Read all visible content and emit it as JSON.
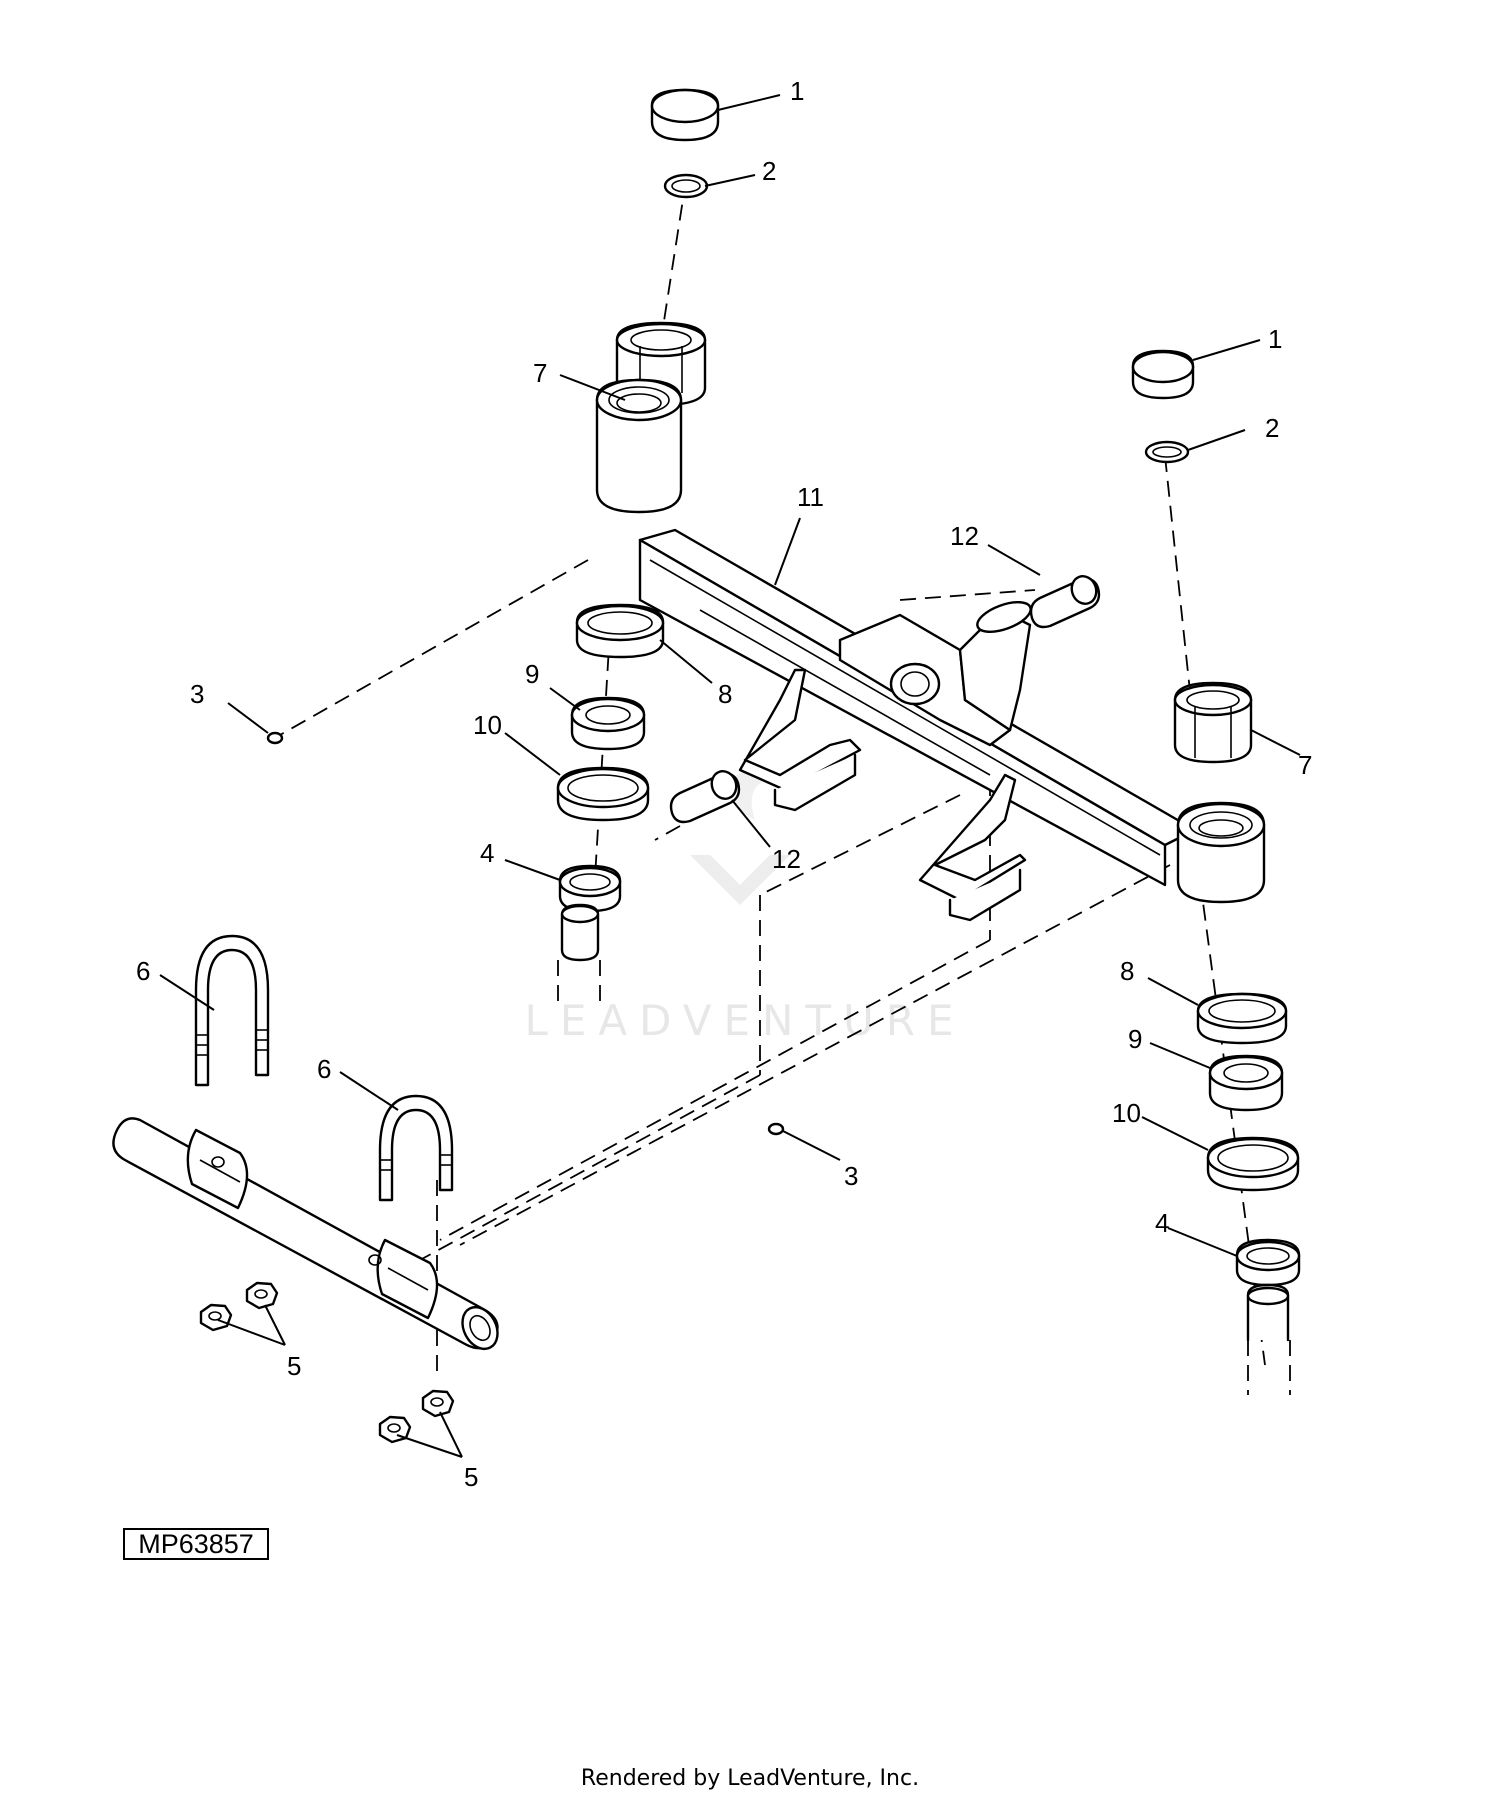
{
  "diagram": {
    "callouts": {
      "c1a": "1",
      "c2a": "2",
      "c7a": "7",
      "c11": "11",
      "c12a": "12",
      "c1b": "1",
      "c2b": "2",
      "c3a": "3",
      "c9a": "9",
      "c8a": "8",
      "c10a": "10",
      "c7b": "7",
      "c12b": "12",
      "c4a": "4",
      "c8b": "8",
      "c6a": "6",
      "c9b": "9",
      "c6b": "6",
      "c10b": "10",
      "c3b": "3",
      "c4b": "4",
      "c5a": "5",
      "c5b": "5"
    },
    "watermark": "LEADVENTURE",
    "drawing_id": "MP63857"
  },
  "footer": {
    "credit": "Rendered by LeadVenture, Inc."
  }
}
